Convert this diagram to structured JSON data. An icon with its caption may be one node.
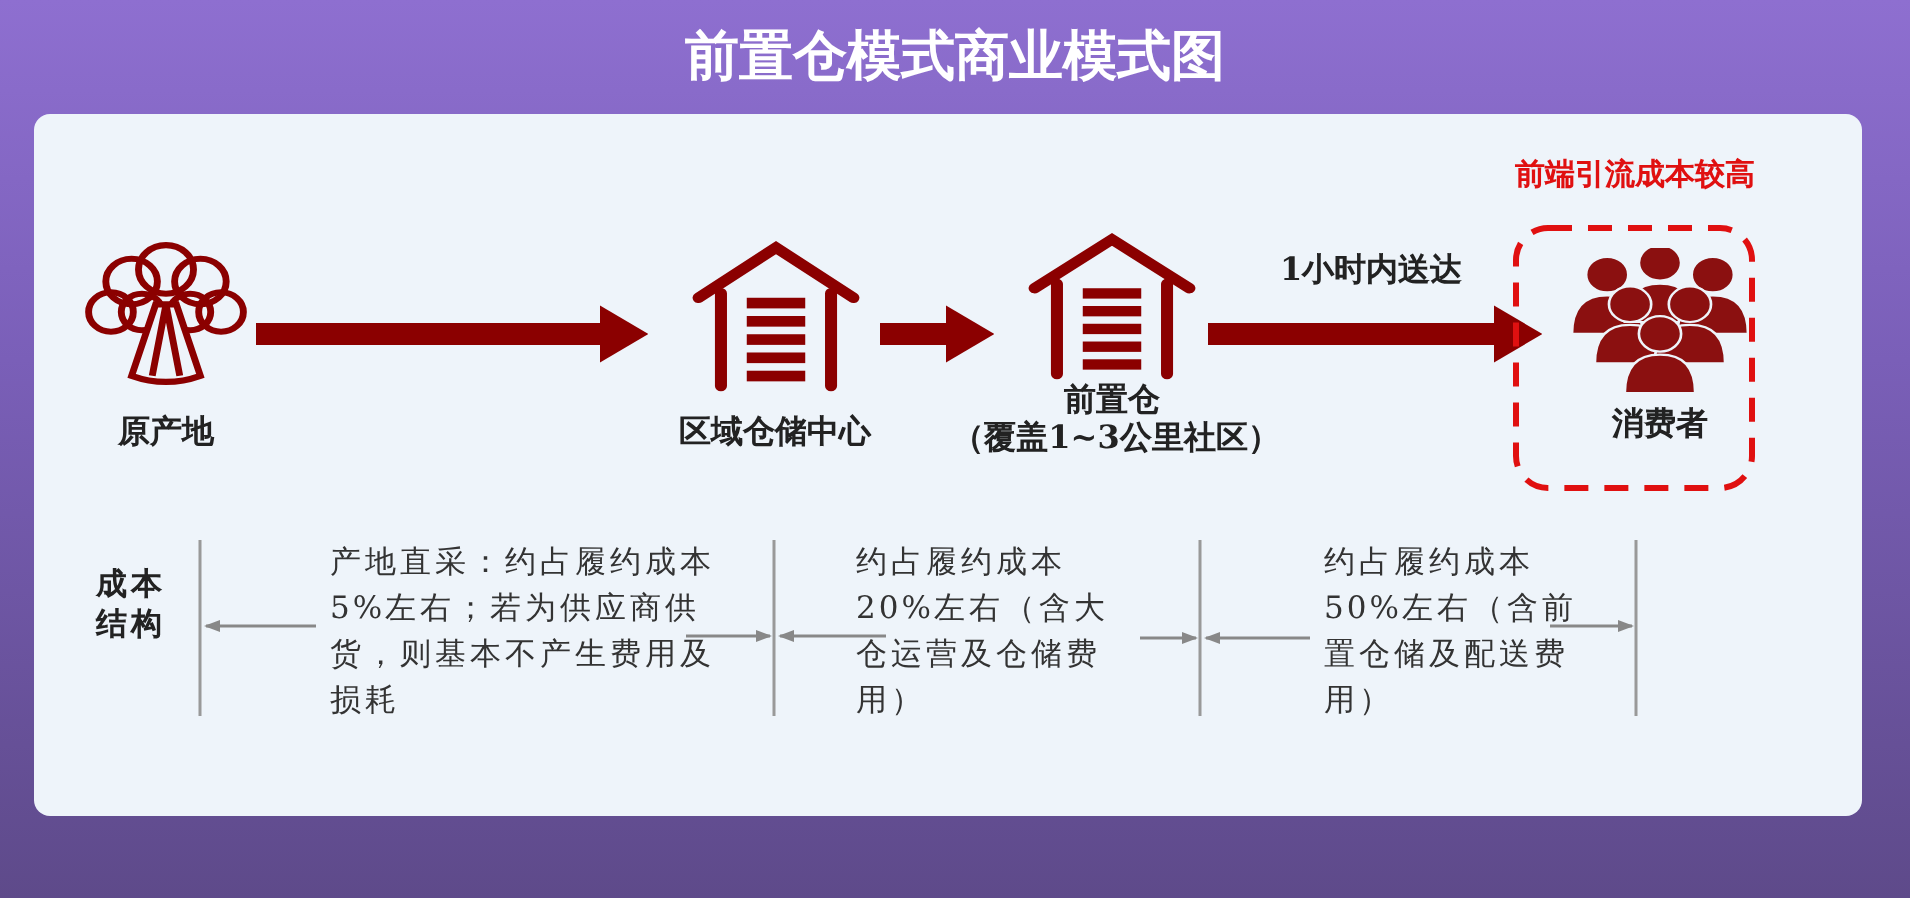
{
  "diagram": {
    "title": "前置仓模式商业模式图",
    "nodes": [
      {
        "text": [
          "原产地"
        ]
      },
      {
        "text": [
          "区域仓储中心"
        ]
      },
      {
        "text": [
          "前置仓"
        ],
        "beside": [
          "（覆盖1~3公里社区）"
        ]
      },
      {
        "text": [
          "前端引流成本较高"
        ]
      },
      {
        "text": [
          "消费者"
        ],
        "in": 3
      }
    ],
    "edges": [
      {
        "from": 0,
        "to": 1,
        "arrow": "to"
      },
      {
        "from": 1,
        "to": 2,
        "arrow": "to"
      },
      {
        "from": 2,
        "to": 4,
        "arrow": "to",
        "label": "1小时内送达"
      }
    ],
    "labels": [
      "成本结构",
      "产地直采：约占履约成本5%左右；若为供应商供货，则基本不产生费用及损耗",
      "约占履约成本20%左右（含大仓运营及仓储费用）",
      "约占履约成本50%左右（含前置仓储及配送费用）"
    ]
  }
}
